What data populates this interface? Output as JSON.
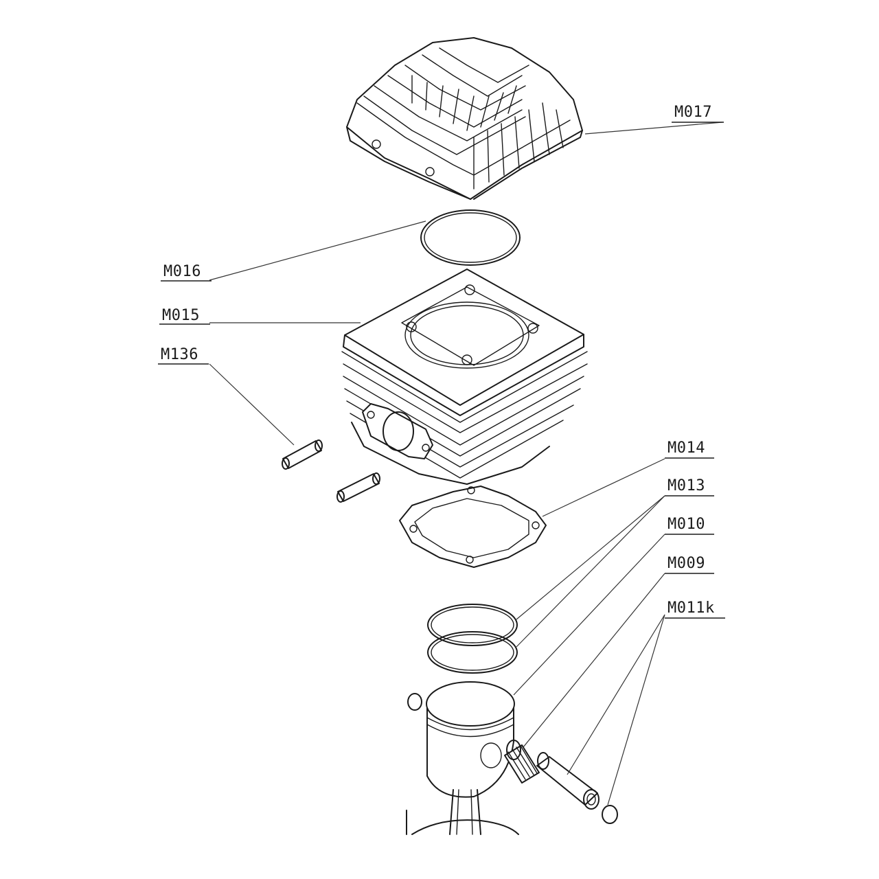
{
  "labels": {
    "m017": "M017",
    "m016": "M016",
    "m015": "M015",
    "m136": "M136",
    "m014": "M014",
    "m013": "M013",
    "m010": "M010",
    "m009": "M009",
    "m011k": "M011k"
  },
  "colors": {
    "ink": "#1a1a1a",
    "background": "#ffffff"
  }
}
